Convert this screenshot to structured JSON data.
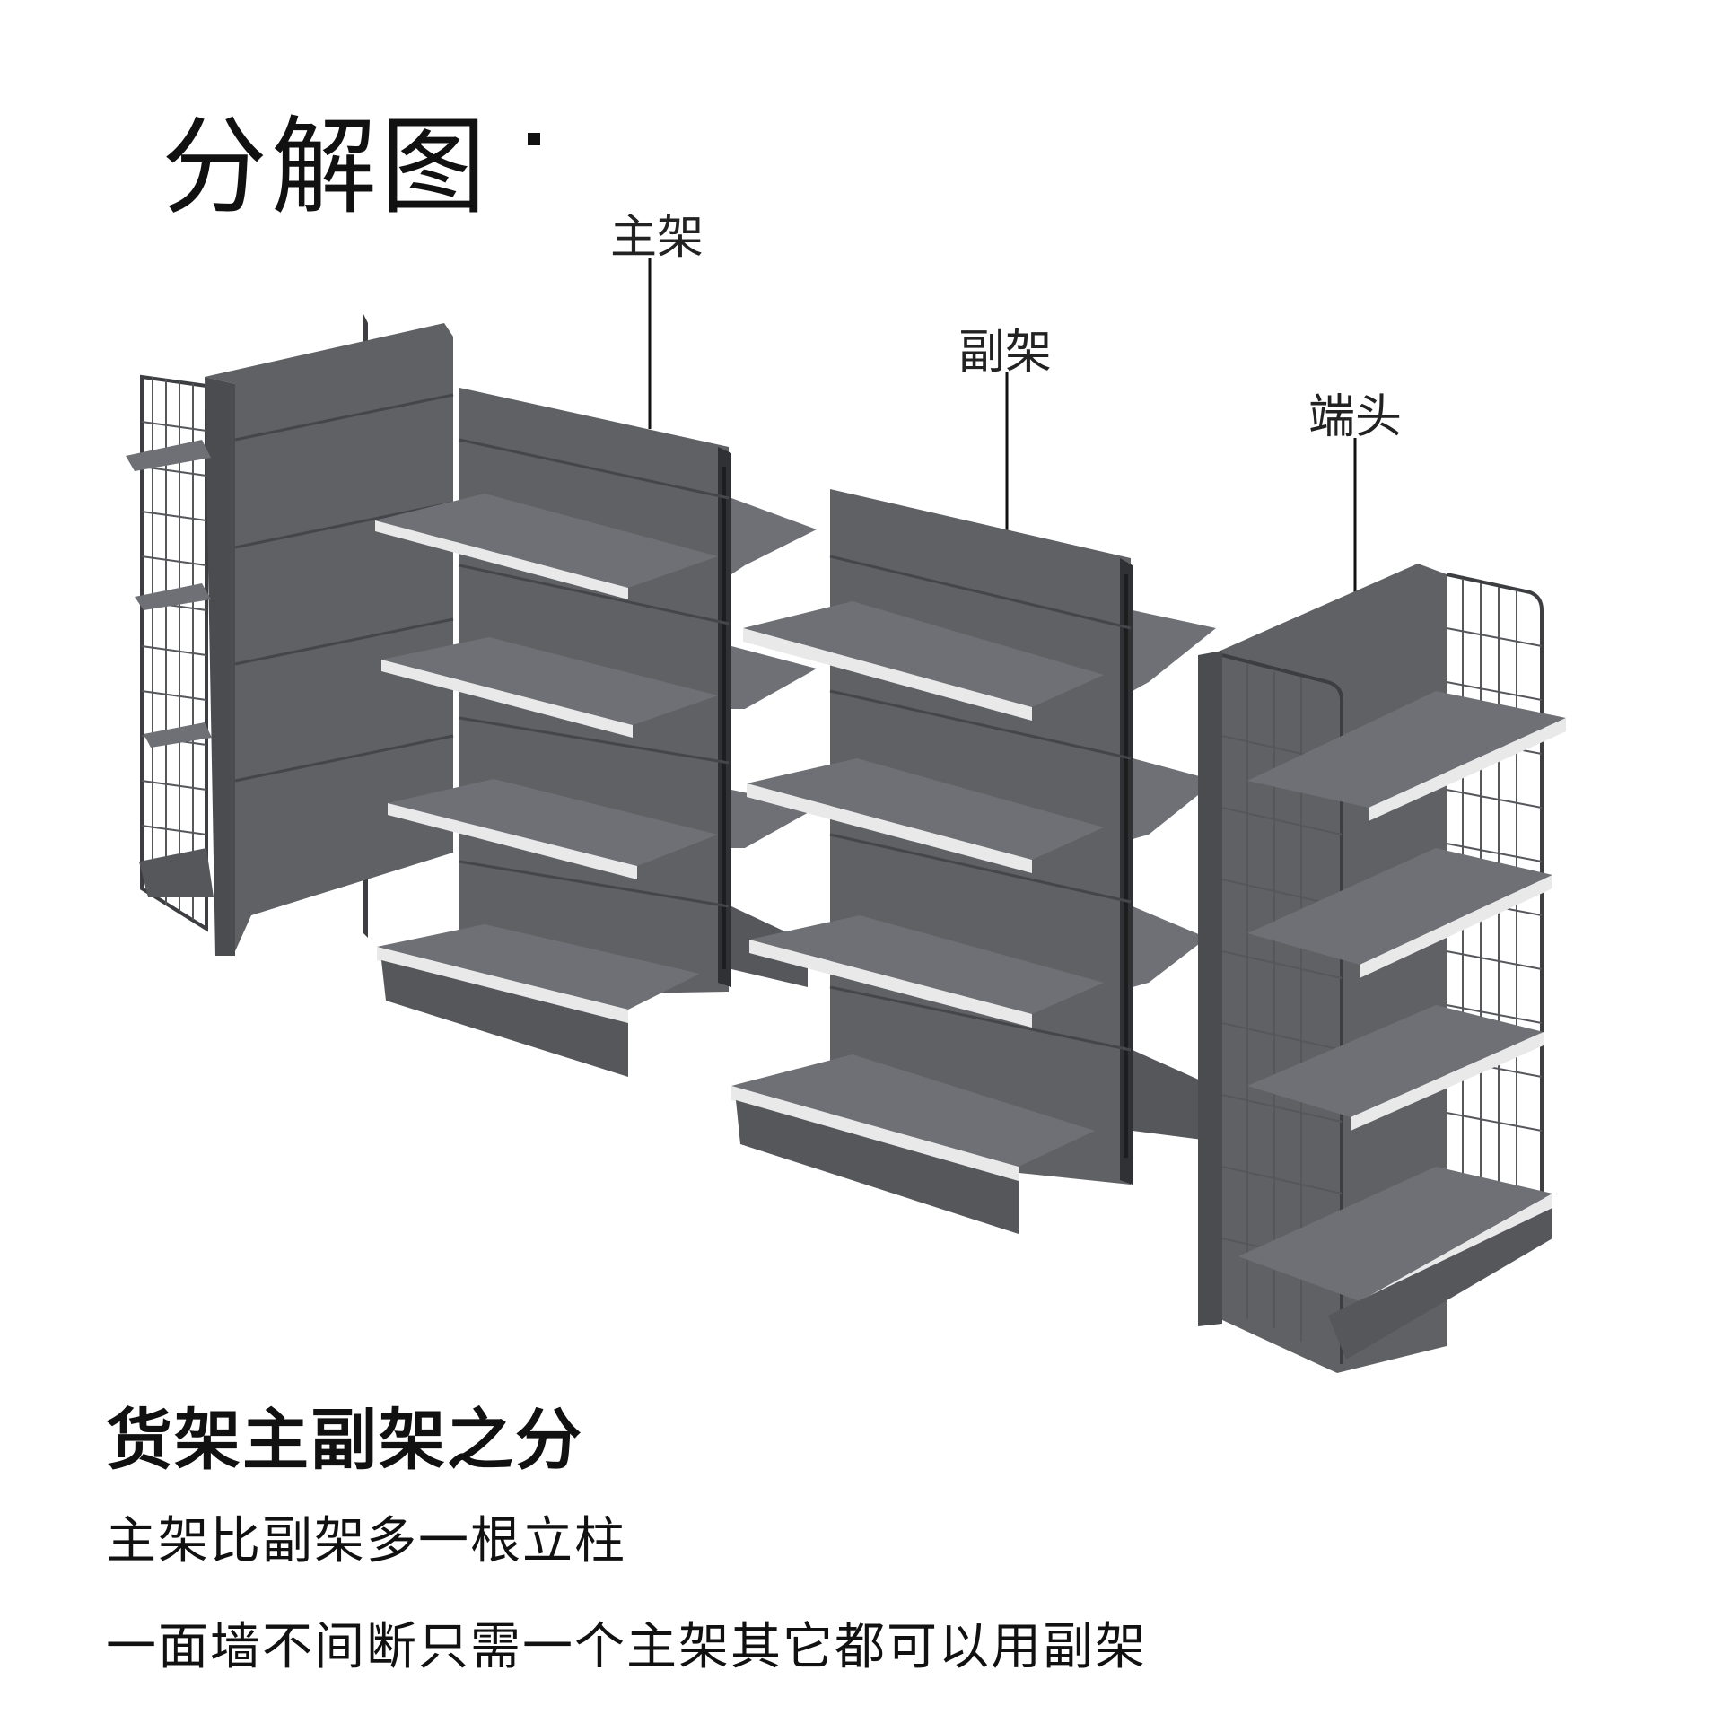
{
  "title": "分解图",
  "labels": {
    "main": "主架",
    "sub": "副架",
    "end": "端头"
  },
  "heading": "货架主副架之分",
  "desc1": "主架比副架多一根立柱",
  "desc2": "一面墙不间断只需一个主架其它都可以用副架",
  "colors": {
    "shelf": "#5f6165",
    "shelf_top": "#6e7075",
    "shelf_dark": "#4a4c50",
    "edge": "#e9e9ea",
    "wire": "#3c3e42"
  }
}
